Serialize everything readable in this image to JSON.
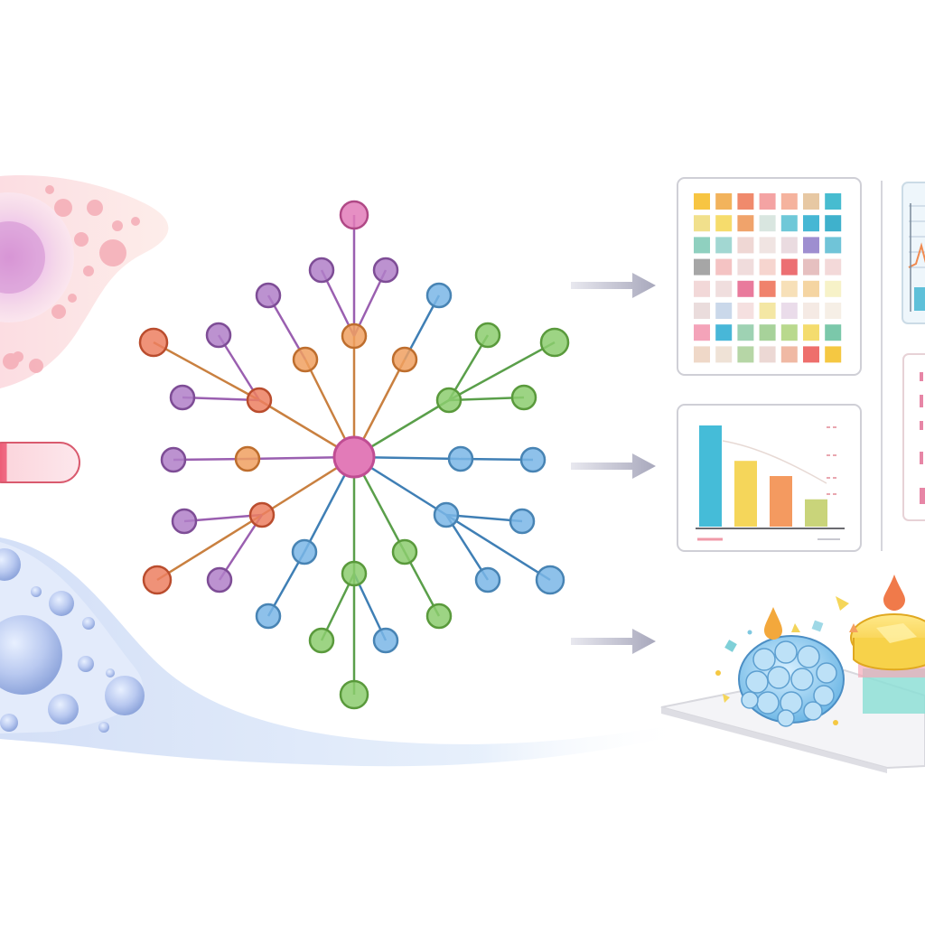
{
  "palette": {
    "pink": "#e27bb8",
    "orange": "#f0a060",
    "purple": "#b07fc8",
    "blue": "#7ab6e6",
    "green": "#8ccc6e",
    "red_orange": "#ec7f60",
    "line_orange": "#c98040",
    "line_purple": "#9a5fb0",
    "line_blue": "#3f7fb5",
    "line_green": "#5a9f4a"
  },
  "heatmap_colors": [
    [
      "#f7c542",
      "#f2b35c",
      "#f08a6c",
      "#f4a3a3",
      "#f5b39e",
      "#e7c8a3",
      "#47bcd0"
    ],
    [
      "#f1e08c",
      "#f6dc6c",
      "#f0a36b",
      "#d9e6e0",
      "#6fc8d8",
      "#46b7d4",
      "#3fb1cc"
    ],
    [
      "#8fd0bf",
      "#a2d7d2",
      "#efd7d4",
      "#f0e4e2",
      "#eadbe0",
      "#9e8ed0",
      "#70c4d8"
    ],
    [
      "#a6a6a6",
      "#f4c3c3",
      "#f0dcdc",
      "#f6d5cf",
      "#ec6f72",
      "#e6c0c0",
      "#f3d9d9"
    ],
    [
      "#f2d8d8",
      "#f0dede",
      "#e97a9c",
      "#f0826c",
      "#f7e0b8",
      "#f5d5a2",
      "#f7f2c8"
    ],
    [
      "#eadcdc",
      "#cad8ea",
      "#f5e0e0",
      "#f4e7a4",
      "#eadcea",
      "#f5eae4",
      "#f6efe6"
    ],
    [
      "#f4a3b9",
      "#48b7d8",
      "#9ed2b3",
      "#a7d29a",
      "#b9d98d",
      "#f4dc6e",
      "#7bc8aa"
    ],
    [
      "#efd8c8",
      "#efe2d6",
      "#b6d6a6",
      "#ecd8d4",
      "#f0b9a4",
      "#ee6f6c",
      "#f5c842"
    ]
  ],
  "bar_colors": [
    "#45bcd8",
    "#f5d65a",
    "#f49a60",
    "#c9d47a"
  ],
  "bar_values": [
    1.0,
    0.65,
    0.5,
    0.27
  ]
}
